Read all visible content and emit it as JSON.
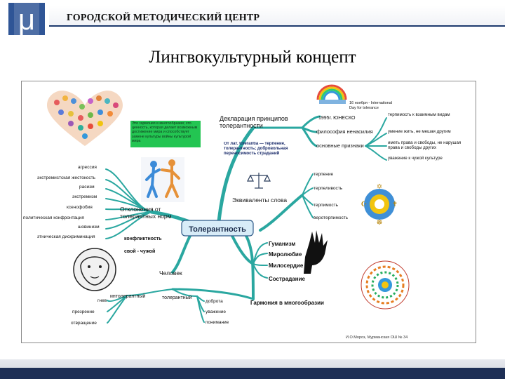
{
  "header": {
    "org_name": "ГОРОДСКОЙ МЕТОДИЧЕСКИЙ ЦЕНТР",
    "logo_letter": "μ"
  },
  "slide": {
    "title": "Лингвокультурный концепт"
  },
  "mindmap": {
    "center": "Толерантность",
    "declaration": {
      "title": "Декларация принципов толерантности",
      "note": "16 ноября - International Day for tolerance",
      "unesco": "1995г. ЮНЕСКО",
      "philosophy": "философия ненасилия",
      "basic": "основные признаки",
      "signs": [
        "терпимость к взаимным видам",
        "умение жить, не мешая другим",
        "иметь права и свободы, не нарушая права и свободы других",
        "уважение к чужой культуре"
      ],
      "green_note": "Это гармония в многообразии; это ценность, которая делает возможным достижение мира и способствует замене культуры войны культурой мира",
      "etymology": "От лат. tolerantia — терпение, толерантность; добровольная переносимость страданий"
    },
    "equivalents": {
      "title": "Эквиваленты слова",
      "items": [
        "терпение",
        "терпеливость",
        "терпимость",
        "веротерпимость"
      ]
    },
    "deviations": {
      "title": "Отклонения от толерантных норм",
      "items": [
        "агрессия",
        "экстремистская жестокость",
        "расизм",
        "экстремизм",
        "ксенофобия",
        "политическая конфронтация",
        "шовинизм",
        "этническая дискриминация"
      ],
      "conflict": "конфликтность",
      "own_alien": "свой - чужой"
    },
    "qualities": [
      "Гуманизм",
      "Миролюбие",
      "Милосердие",
      "Сострадание"
    ],
    "harmony": "Гармония в многообразии",
    "person": {
      "title": "Человек",
      "intolerant": "интолерантный",
      "intolerant_items": [
        "гнев",
        "презрение",
        "отвращение"
      ],
      "tolerant": "толерантный",
      "tolerant_items": [
        "доброта",
        "уважение",
        "понимание"
      ]
    },
    "author": "И.О.Мороз, Мурманская ОШ № 34"
  },
  "colors": {
    "branch": "#2aa7a0",
    "accent": "#1e3a6e",
    "green": "#23c552"
  }
}
